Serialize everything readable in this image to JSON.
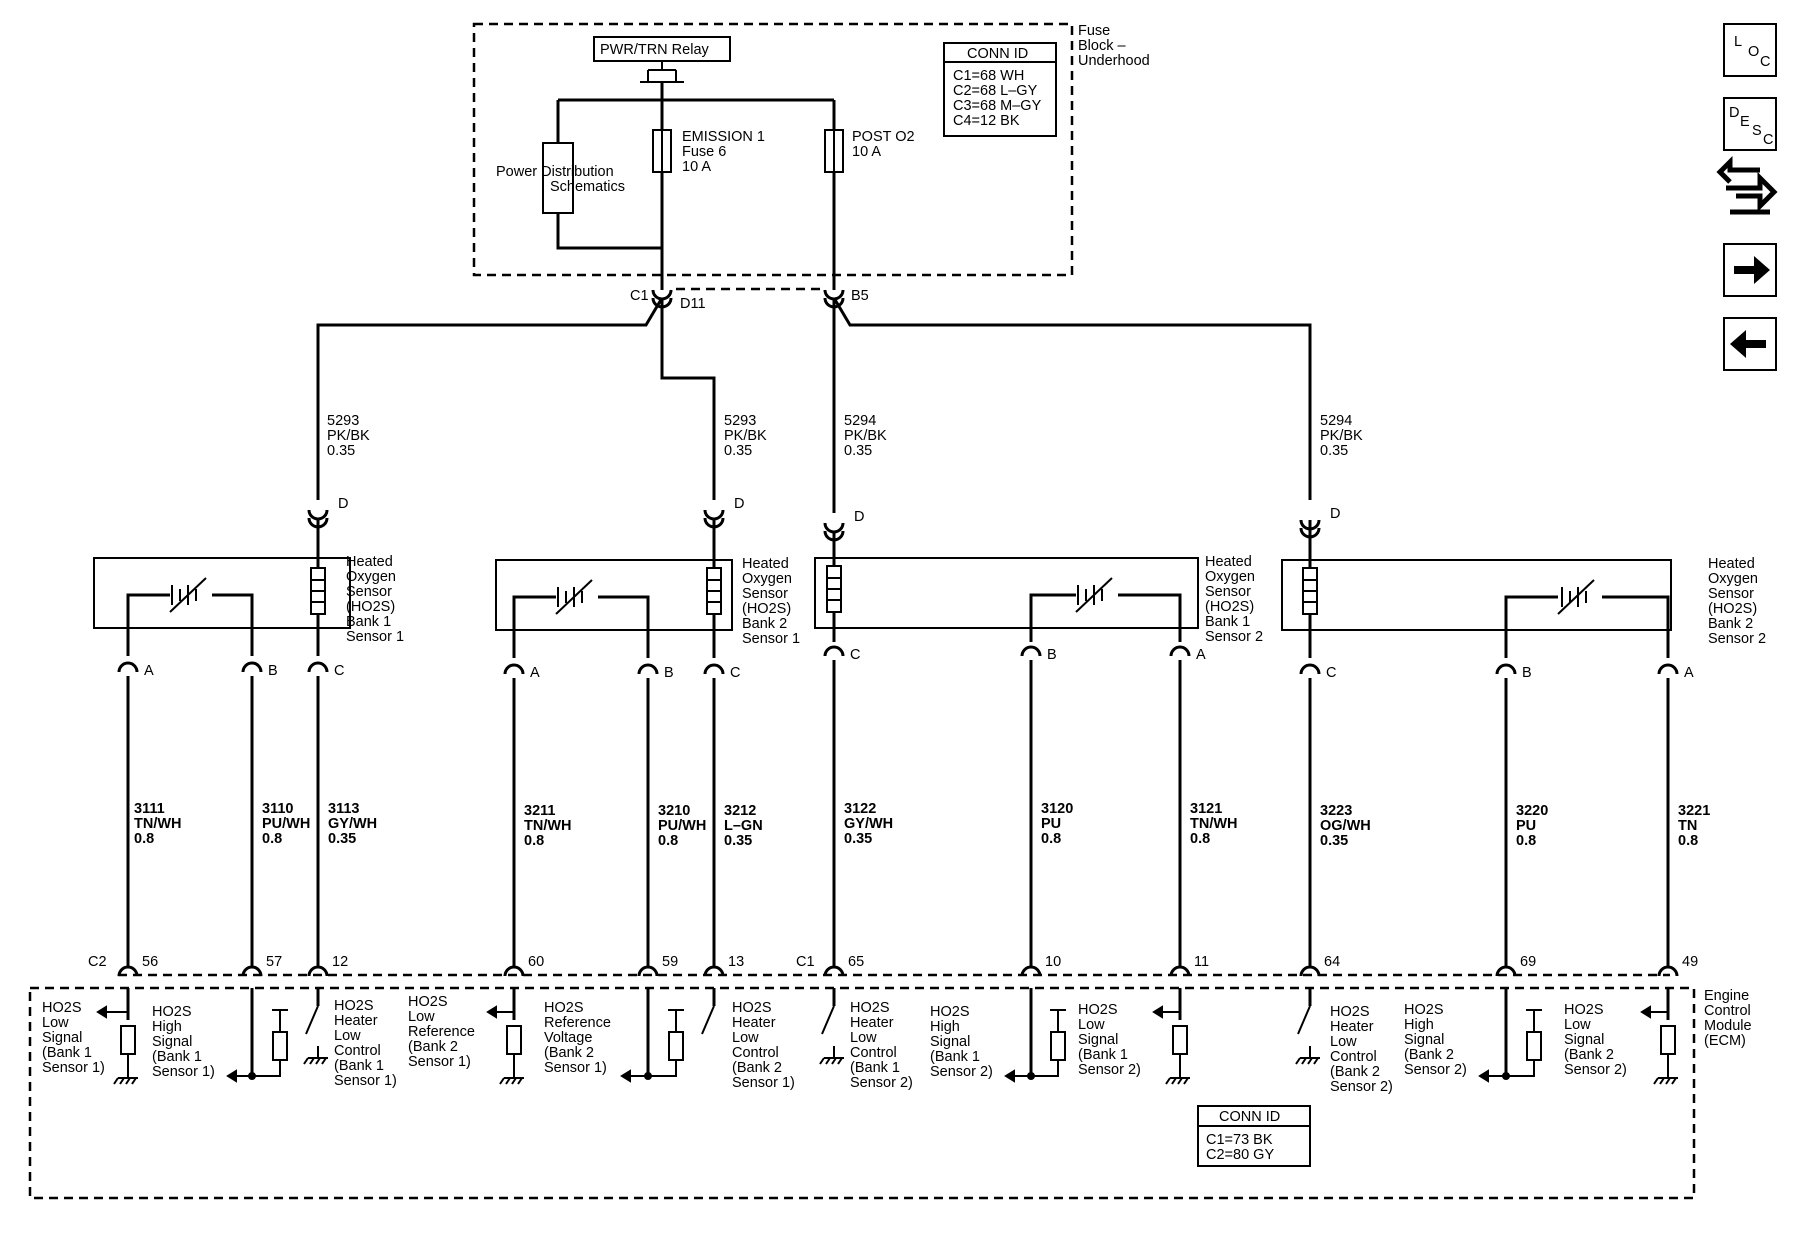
{
  "fuse_block": {
    "label": [
      "Fuse",
      "Block –",
      "Underhood"
    ],
    "relay": "PWR/TRN Relay",
    "fuse1": [
      "EMISSION 1",
      "Fuse 6",
      "10 A"
    ],
    "fuse2": [
      "POST O2",
      "10 A"
    ],
    "power_dist": [
      "Power Distribution",
      "Schematics"
    ],
    "conn_id_title": "CONN ID",
    "conn_ids": [
      "C1=68 WH",
      "C2=68 L–GY",
      "C3=68 M–GY",
      "C4=12 BK"
    ],
    "connector_labels": [
      "C1",
      "D11",
      "B5"
    ]
  },
  "feed_wires": [
    [
      "5293",
      "PK/BK",
      "0.35"
    ],
    [
      "5293",
      "PK/BK",
      "0.35"
    ],
    [
      "5294",
      "PK/BK",
      "0.35"
    ],
    [
      "5294",
      "PK/BK",
      "0.35"
    ]
  ],
  "sensors": [
    {
      "label": [
        "Heated",
        "Oxygen",
        "Sensor",
        "(HO2S)",
        "Bank 1",
        "Sensor 1"
      ],
      "top_pin": "D",
      "pins": [
        "A",
        "B",
        "C"
      ]
    },
    {
      "label": [
        "Heated",
        "Oxygen",
        "Sensor",
        "(HO2S)",
        "Bank 2",
        "Sensor 1"
      ],
      "top_pin": "D",
      "pins": [
        "A",
        "B",
        "C"
      ]
    },
    {
      "label": [
        "Heated",
        "Oxygen",
        "Sensor",
        "(HO2S)",
        "Bank 1",
        "Sensor 2"
      ],
      "top_pin": "D",
      "pins": [
        "C",
        "B",
        "A"
      ]
    },
    {
      "label": [
        "Heated",
        "Oxygen",
        "Sensor",
        "(HO2S)",
        "Bank 2",
        "Sensor 2"
      ],
      "top_pin": "D",
      "pins": [
        "C",
        "B",
        "A"
      ]
    }
  ],
  "signal_wires": [
    {
      "circuit": "3111",
      "color": "TN/WH",
      "gauge": "0.8",
      "ecm_pin": "56"
    },
    {
      "circuit": "3110",
      "color": "PU/WH",
      "gauge": "0.8",
      "ecm_pin": "57"
    },
    {
      "circuit": "3113",
      "color": "GY/WH",
      "gauge": "0.35",
      "ecm_pin": "12"
    },
    {
      "circuit": "3211",
      "color": "TN/WH",
      "gauge": "0.8",
      "ecm_pin": "60"
    },
    {
      "circuit": "3210",
      "color": "PU/WH",
      "gauge": "0.8",
      "ecm_pin": "59"
    },
    {
      "circuit": "3212",
      "color": "L–GN",
      "gauge": "0.35",
      "ecm_pin": "13"
    },
    {
      "circuit": "3122",
      "color": "GY/WH",
      "gauge": "0.35",
      "ecm_pin": "65"
    },
    {
      "circuit": "3120",
      "color": "PU",
      "gauge": "0.8",
      "ecm_pin": "10"
    },
    {
      "circuit": "3121",
      "color": "TN/WH",
      "gauge": "0.8",
      "ecm_pin": "11"
    },
    {
      "circuit": "3223",
      "color": "OG/WH",
      "gauge": "0.35",
      "ecm_pin": "64"
    },
    {
      "circuit": "3220",
      "color": "PU",
      "gauge": "0.8",
      "ecm_pin": "69"
    },
    {
      "circuit": "3221",
      "color": "TN",
      "gauge": "0.8",
      "ecm_pin": "49"
    }
  ],
  "ecm": {
    "label": [
      "Engine",
      "Control",
      "Module",
      "(ECM)"
    ],
    "connectors": [
      "C2",
      "C1"
    ],
    "conn_id_title": "CONN ID",
    "conn_ids": [
      "C1=73 BK",
      "C2=80 GY"
    ],
    "functions": [
      [
        "HO2S",
        "Low",
        "Signal",
        "(Bank 1",
        "Sensor 1)"
      ],
      [
        "HO2S",
        "High",
        "Signal",
        "(Bank 1",
        "Sensor 1)"
      ],
      [
        "HO2S",
        "Heater",
        "Low",
        "Control",
        "(Bank 1",
        "Sensor 1)"
      ],
      [
        "HO2S",
        "Low",
        "Reference",
        "(Bank 2",
        "Sensor 1)"
      ],
      [
        "HO2S",
        "Reference",
        "Voltage",
        "(Bank 2",
        "Sensor 1)"
      ],
      [
        "HO2S",
        "Heater",
        "Low",
        "Control",
        "(Bank 2",
        "Sensor 1)"
      ],
      [
        "HO2S",
        "Heater",
        "Low",
        "Control",
        "(Bank 1",
        "Sensor 2)"
      ],
      [
        "HO2S",
        "High",
        "Signal",
        "(Bank 1",
        "Sensor 2)"
      ],
      [
        "HO2S",
        "Low",
        "Signal",
        "(Bank 1",
        "Sensor 2)"
      ],
      [
        "HO2S",
        "Heater",
        "Low",
        "Control",
        "(Bank 2",
        "Sensor 2)"
      ],
      [
        "HO2S",
        "High",
        "Signal",
        "(Bank 2",
        "Sensor 2)"
      ],
      [
        "HO2S",
        "Low",
        "Signal",
        "(Bank 2",
        "Sensor 2)"
      ]
    ]
  },
  "nav": {
    "loc": [
      "L",
      "O",
      "C"
    ],
    "desc": [
      "D",
      "E",
      "S",
      "C"
    ],
    "icons": [
      "loc-icon",
      "desc-icon",
      "connector-path-icon",
      "next-arrow-icon",
      "previous-arrow-icon"
    ]
  }
}
